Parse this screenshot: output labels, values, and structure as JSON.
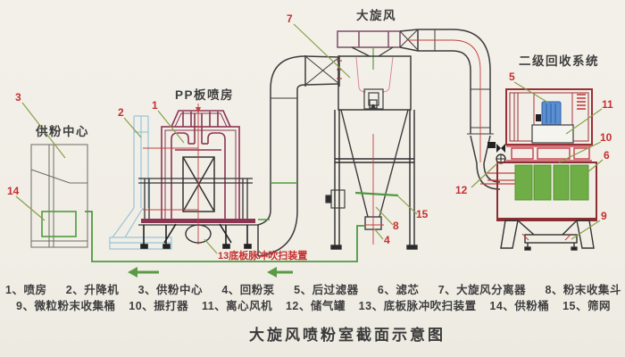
{
  "title": "大旋风喷粉室截面示意图",
  "diagram": {
    "area_labels": {
      "powder_center": "供粉中心",
      "pp_booth": "PP板喷房",
      "cyclone": "大旋风",
      "secondary": "二级回收系统",
      "bottom_purge": "13底板脉冲吹扫装置"
    },
    "numbers": {
      "n1": "1",
      "n2": "2",
      "n3": "3",
      "n4": "4",
      "n5": "5",
      "n6": "6",
      "n7": "7",
      "n8": "8",
      "n9": "9",
      "n10": "10",
      "n11": "11",
      "n12": "12",
      "n14": "14",
      "n15": "15"
    }
  },
  "legend": {
    "row1": [
      "1、喷房",
      "2、升降机",
      "3、供粉中心",
      "4、回粉泵",
      "5、后过滤器",
      "6、滤芯",
      "7、大旋风分离器",
      "8、粉末收集斗"
    ],
    "row2": [
      "9、微粒粉末收集桶",
      "10、振打器",
      "11、离心风机",
      "12、储气罐",
      "13、底板脉冲吹扫装置",
      "14、供粉桶",
      "15、筛网"
    ]
  },
  "colors": {
    "paper": "#f1eee7",
    "red_label": "#c53030",
    "leader_green": "#86a04a",
    "pipe_green": "#4f9a3f",
    "booth_maroon": "#8c3552",
    "housing_red": "#9a2f35",
    "filter_green": "#6fae46",
    "fan_blue": "#5b8fd4",
    "lifter_blue": "#97c4d8",
    "centerline_red": "#c24040",
    "line_dark": "#3c3c3c"
  }
}
